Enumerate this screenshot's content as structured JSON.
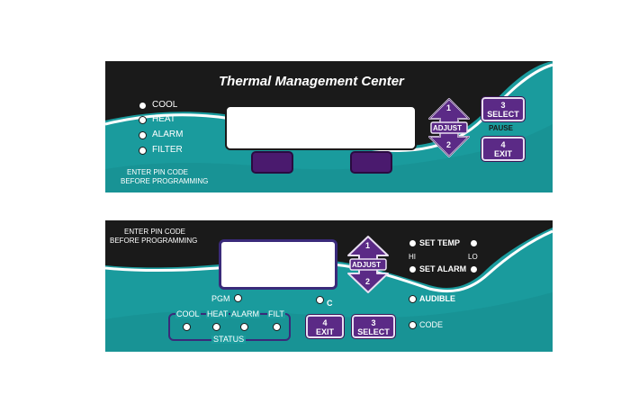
{
  "panel1": {
    "title": "Thermal Management Center",
    "indicators": [
      {
        "label": "COOL"
      },
      {
        "label": "HEAT"
      },
      {
        "label": "ALARM"
      },
      {
        "label": "FILTER"
      }
    ],
    "pin_notice_line1": "ENTER PIN CODE",
    "pin_notice_line2": "BEFORE PROGRAMMING",
    "adjust": {
      "up": "1",
      "label": "ADJUST",
      "down": "2"
    },
    "select_button": {
      "number": "3",
      "label": "SELECT"
    },
    "pause_label": "PAUSE",
    "exit_button": {
      "number": "4",
      "label": "EXIT"
    }
  },
  "panel2": {
    "pin_notice_line1": "ENTER PIN CODE",
    "pin_notice_line2": "BEFORE PROGRAMMING",
    "adjust": {
      "up": "1",
      "label": "ADJUST",
      "down": "2"
    },
    "pgm_label": "PGM",
    "c_label": "C",
    "status_label": "STATUS",
    "status_indicators": [
      {
        "label": "COOL"
      },
      {
        "label": "HEAT"
      },
      {
        "label": "ALARM"
      },
      {
        "label": "FILT"
      }
    ],
    "exit_button": {
      "number": "4",
      "label": "EXIT"
    },
    "select_button": {
      "number": "3",
      "label": "SELECT"
    },
    "set_temp_label": "SET TEMP",
    "hi_label": "HI",
    "lo_label": "LO",
    "set_alarm_label": "SET ALARM",
    "audible_label": "AUDIBLE",
    "code_label": "CODE"
  },
  "colors": {
    "teal": "#1a9b9d",
    "black": "#1a1a1a",
    "purple": "#5b2a86",
    "dark_purple": "#4a1a6e"
  }
}
